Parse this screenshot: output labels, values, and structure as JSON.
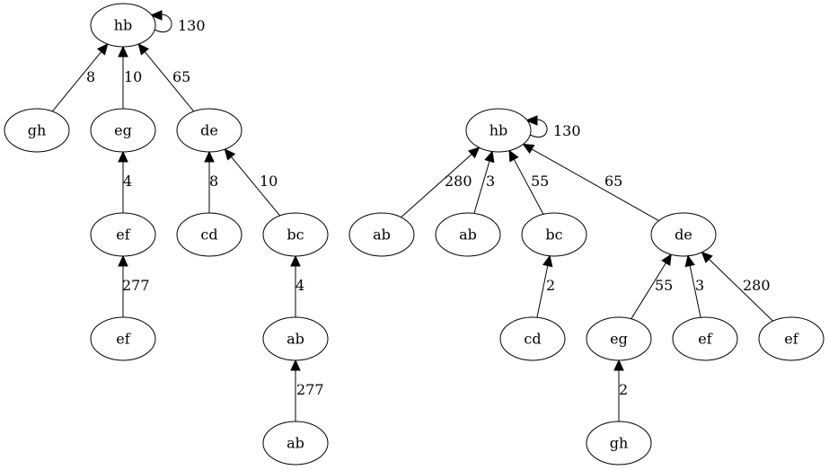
{
  "graphs": [
    {
      "nodes": [
        {
          "id": "L_hb",
          "label": "hb"
        },
        {
          "id": "L_gh",
          "label": "gh"
        },
        {
          "id": "L_eg",
          "label": "eg"
        },
        {
          "id": "L_de",
          "label": "de"
        },
        {
          "id": "L_ef1",
          "label": "ef"
        },
        {
          "id": "L_cd",
          "label": "cd"
        },
        {
          "id": "L_bc",
          "label": "bc"
        },
        {
          "id": "L_ef2",
          "label": "ef"
        },
        {
          "id": "L_ab1",
          "label": "ab"
        },
        {
          "id": "L_ab2",
          "label": "ab"
        }
      ],
      "edges": [
        {
          "from": "L_hb",
          "to": "L_hb",
          "label": "130"
        },
        {
          "from": "L_gh",
          "to": "L_hb",
          "label": "8"
        },
        {
          "from": "L_eg",
          "to": "L_hb",
          "label": "10"
        },
        {
          "from": "L_de",
          "to": "L_hb",
          "label": "65"
        },
        {
          "from": "L_ef1",
          "to": "L_eg",
          "label": "4"
        },
        {
          "from": "L_cd",
          "to": "L_de",
          "label": "8"
        },
        {
          "from": "L_bc",
          "to": "L_de",
          "label": "10"
        },
        {
          "from": "L_ef2",
          "to": "L_ef1",
          "label": "277"
        },
        {
          "from": "L_ab1",
          "to": "L_bc",
          "label": "4"
        },
        {
          "from": "L_ab2",
          "to": "L_ab1",
          "label": "277"
        }
      ]
    },
    {
      "nodes": [
        {
          "id": "R_hb",
          "label": "hb"
        },
        {
          "id": "R_ab1",
          "label": "ab"
        },
        {
          "id": "R_ab2",
          "label": "ab"
        },
        {
          "id": "R_bc",
          "label": "bc"
        },
        {
          "id": "R_de",
          "label": "de"
        },
        {
          "id": "R_cd",
          "label": "cd"
        },
        {
          "id": "R_eg",
          "label": "eg"
        },
        {
          "id": "R_ef1",
          "label": "ef"
        },
        {
          "id": "R_ef2",
          "label": "ef"
        },
        {
          "id": "R_gh",
          "label": "gh"
        }
      ],
      "edges": [
        {
          "from": "R_hb",
          "to": "R_hb",
          "label": "130"
        },
        {
          "from": "R_ab1",
          "to": "R_hb",
          "label": "280"
        },
        {
          "from": "R_ab2",
          "to": "R_hb",
          "label": "3"
        },
        {
          "from": "R_bc",
          "to": "R_hb",
          "label": "55"
        },
        {
          "from": "R_de",
          "to": "R_hb",
          "label": "65"
        },
        {
          "from": "R_cd",
          "to": "R_bc",
          "label": "2"
        },
        {
          "from": "R_eg",
          "to": "R_de",
          "label": "55"
        },
        {
          "from": "R_ef1",
          "to": "R_de",
          "label": "3"
        },
        {
          "from": "R_ef2",
          "to": "R_de",
          "label": "280"
        },
        {
          "from": "R_gh",
          "to": "R_eg",
          "label": "2"
        }
      ]
    }
  ],
  "colors": {
    "stroke": "#000000",
    "fill": "#ffffff",
    "background": "#ffffff"
  }
}
